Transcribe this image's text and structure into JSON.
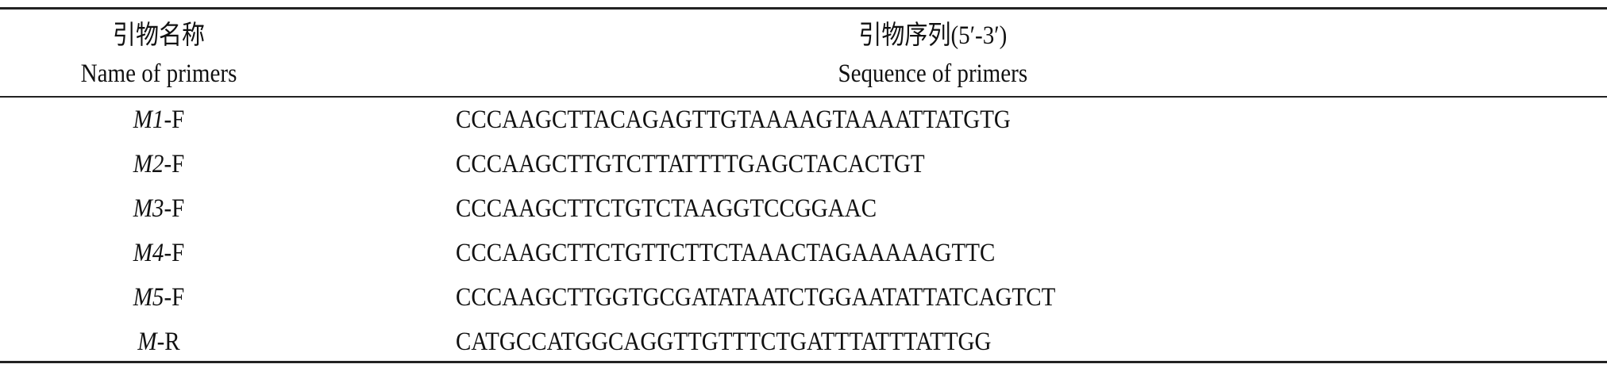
{
  "header": {
    "col1_cn": "引物名称",
    "col1_en": "Name of primers",
    "col2_cn": "引物序列(5′-3′)",
    "col2_en": "Sequence of primers"
  },
  "rows": [
    {
      "gene": "M1",
      "suffix": "-F",
      "sequence": "CCCAAGCTTACAGAGTTGTAAAAGTAAAATTATGTG"
    },
    {
      "gene": "M2",
      "suffix": "-F",
      "sequence": "CCCAAGCTTGTCTTATTTTGAGCTACACTGT"
    },
    {
      "gene": "M3",
      "suffix": "-F",
      "sequence": "CCCAAGCTTCTGTCTAAGGTCCGGAAC"
    },
    {
      "gene": "M4",
      "suffix": "-F",
      "sequence": "CCCAAGCTTCTGTTCTTCTAAACTAGAAAAAGTTC"
    },
    {
      "gene": "M5",
      "suffix": "-F",
      "sequence": "CCCAAGCTTGGTGCGATATAATCTGGAATATTATCAGTCT"
    },
    {
      "gene": "M",
      "suffix": "-R",
      "sequence": "CATGCCATGGCAGGTTGTTTCTGATTTATTTATTGG"
    }
  ]
}
